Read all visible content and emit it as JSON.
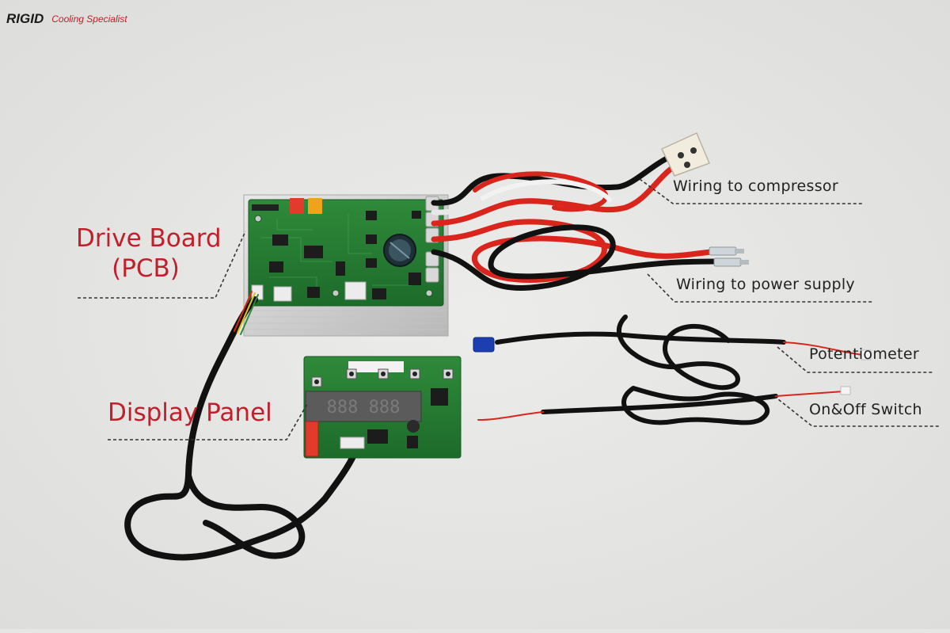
{
  "brand": {
    "logo_text": "RIGID",
    "tagline": "Cooling Specialist",
    "accent_color": "#c21f2b"
  },
  "labels": {
    "drive_board_line1": "Drive Board",
    "drive_board_line2": "(PCB)",
    "display_panel": "Display Panel",
    "wiring_compressor": "Wiring to compressor",
    "wiring_power": "Wiring to power supply",
    "potentiometer": "Potentiometer",
    "onoff_switch": "On&Off Switch"
  },
  "display_digits": "888 888"
}
